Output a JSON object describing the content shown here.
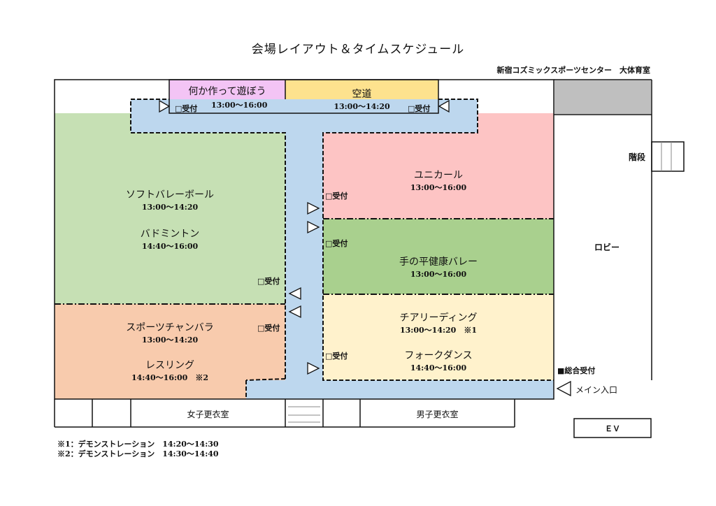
{
  "title": "会場レイアウト＆タイムスケジュール",
  "venue": "新宿コズミックスポーツセンター　大体育室",
  "rooms": {
    "nanika": {
      "name": "何か作って遊ぼう",
      "time": "13:00〜16:00",
      "color": "#f3c4f5"
    },
    "karate": {
      "name": "空道",
      "time": "13:00〜14:20",
      "color": "#fde28e"
    },
    "softball": {
      "name": "ソフトバレーボール",
      "time": "13:00〜14:20",
      "name2": "バドミントン",
      "time2": "14:40〜16:00",
      "color": "#c6e0b4"
    },
    "unicurl": {
      "name": "ユニカール",
      "time": "13:00〜16:00",
      "color": "#fdc4c4"
    },
    "tenohira": {
      "name": "手の平健康バレー",
      "time": "13:00〜16:00",
      "color": "#a9d08e"
    },
    "sportschanbara": {
      "name": "スポーツチャンバラ",
      "time": "13:00〜14:20",
      "name2": "レスリング",
      "time2": "14:40〜16:00　※2",
      "color": "#f8cbad"
    },
    "cheer": {
      "name": "チアリーディング",
      "time": "13:00〜14:20　※1",
      "name2": "フォークダンス",
      "time2": "14:40〜16:00",
      "color": "#fff2cc"
    }
  },
  "corridor_color": "#bdd7ee",
  "reception": "□受付",
  "general_reception": "■総合受付",
  "main_entrance": "メイン入口",
  "stairs": "階段",
  "lobby": "ロビー",
  "women_locker": "女子更衣室",
  "men_locker": "男子更衣室",
  "ev": "ＥＶ",
  "notes": [
    "※1：デモンストレーション　14:20〜14:30",
    "※2：デモンストレーション　14:30〜14:40"
  ]
}
